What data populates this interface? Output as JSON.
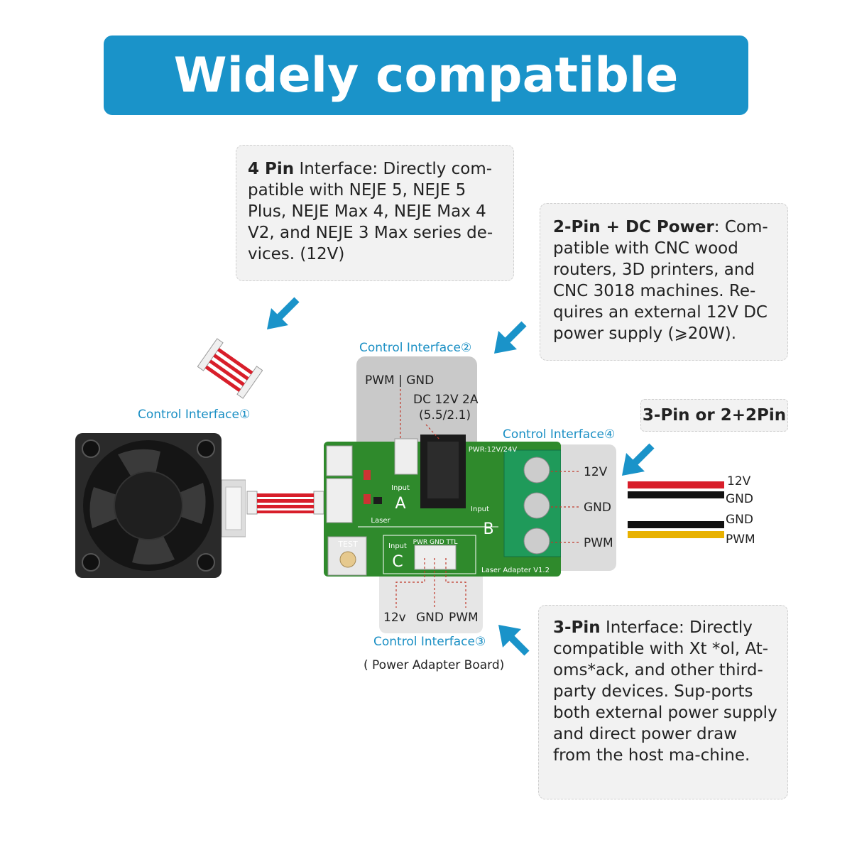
{
  "banner": {
    "title": "Widely compatible"
  },
  "callouts": {
    "four_pin": {
      "bold": "4 Pin",
      "text": " Interface: Directly com-patible with NEJE 5, NEJE 5 Plus, NEJE Max 4, NEJE Max 4 V2, and NEJE 3 Max series de-vices. (12V)"
    },
    "two_pin_dc": {
      "bold": "2-Pin + DC Power",
      "text": ": Com-patible with CNC wood routers, 3D printers, and CNC 3018 machines. Re-quires an external 12V  DC power supply (⩾20W)."
    },
    "three_pin": {
      "bold": "3-Pin",
      "text": " Interface: Directly compatible with Xt *ol, At-oms*ack, and other third-party devices. Sup-ports both external power supply and direct power draw from the host ma-chine."
    },
    "three_or_two_two": "3-Pin or 2+2Pin"
  },
  "labels": {
    "ci1": "Control Interface①",
    "ci2": "Control Interface②",
    "ci3": "Control Interface③",
    "ci4": "Control Interface④",
    "power_adapter": "( Power Adapter Board)",
    "pwm_gnd": "PWM | GND",
    "dc": "DC 12V 2A",
    "dc_size": "(5.5/2.1)",
    "t_12v": "12V",
    "t_gnd": "GND",
    "t_pwm": "PWM",
    "c_12v": "12v",
    "c_gnd": "GND",
    "c_pwm": "PWM",
    "w_12v": "12V",
    "w_gnd1": "GND",
    "w_gnd2": "GND",
    "w_pwm": "PWM"
  },
  "board": {
    "pwr": "PWR:12V/24V",
    "input_a": "Input",
    "letter_a": "A",
    "letter_b": "B",
    "input_b": "Input",
    "letter_c": "C",
    "input_c": "Input",
    "test": "TEST",
    "laser": "Laser",
    "adapter": "Laser Adapter V1.2",
    "c_pins": "PWR GND TTL"
  },
  "colors": {
    "accent": "#1a93c9",
    "pcb": "#2f8a2c",
    "terminal": "#1f9a5a"
  }
}
